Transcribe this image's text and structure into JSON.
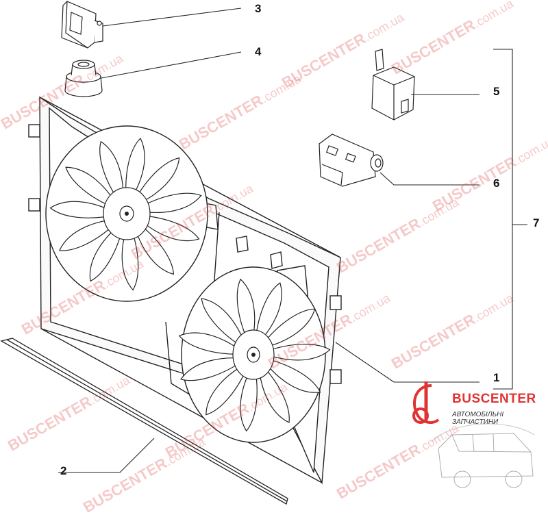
{
  "callouts": {
    "c1": "1",
    "c2": "2",
    "c3": "3",
    "c4": "4",
    "c5": "5",
    "c6": "6",
    "c7": "7"
  },
  "watermark": {
    "brand": "BUSCENTER",
    "domain": ".com.ua"
  },
  "logo": {
    "name": "BUSCENTER",
    "tagline": "АВТОМОБІЛЬНІ ЗАПЧАСТИНИ"
  },
  "colors": {
    "line": "#222222",
    "watermark": "#dc3c3c",
    "logo_red": "#e23333"
  }
}
